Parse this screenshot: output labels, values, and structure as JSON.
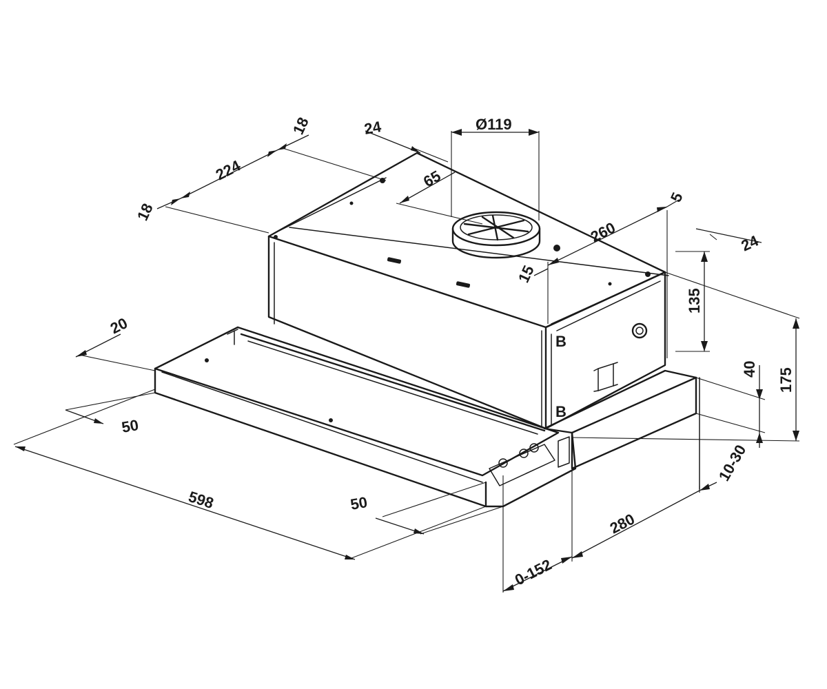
{
  "dimensions": {
    "w18_left": "18",
    "w224": "224",
    "w18_top": "18",
    "w24_top": "24",
    "d119": "Ø119",
    "w65": "65",
    "w5": "5",
    "w260": "260",
    "w24_right": "24",
    "w15": "15",
    "h135": "135",
    "h175": "175",
    "h40": "40",
    "w20": "20",
    "w50_left": "50",
    "w598": "598",
    "w50_front": "50",
    "h10_30": "10-30",
    "w280": "280",
    "w0_152": "0-152"
  },
  "markers": {
    "b_upper": "B",
    "b_lower": "B"
  }
}
